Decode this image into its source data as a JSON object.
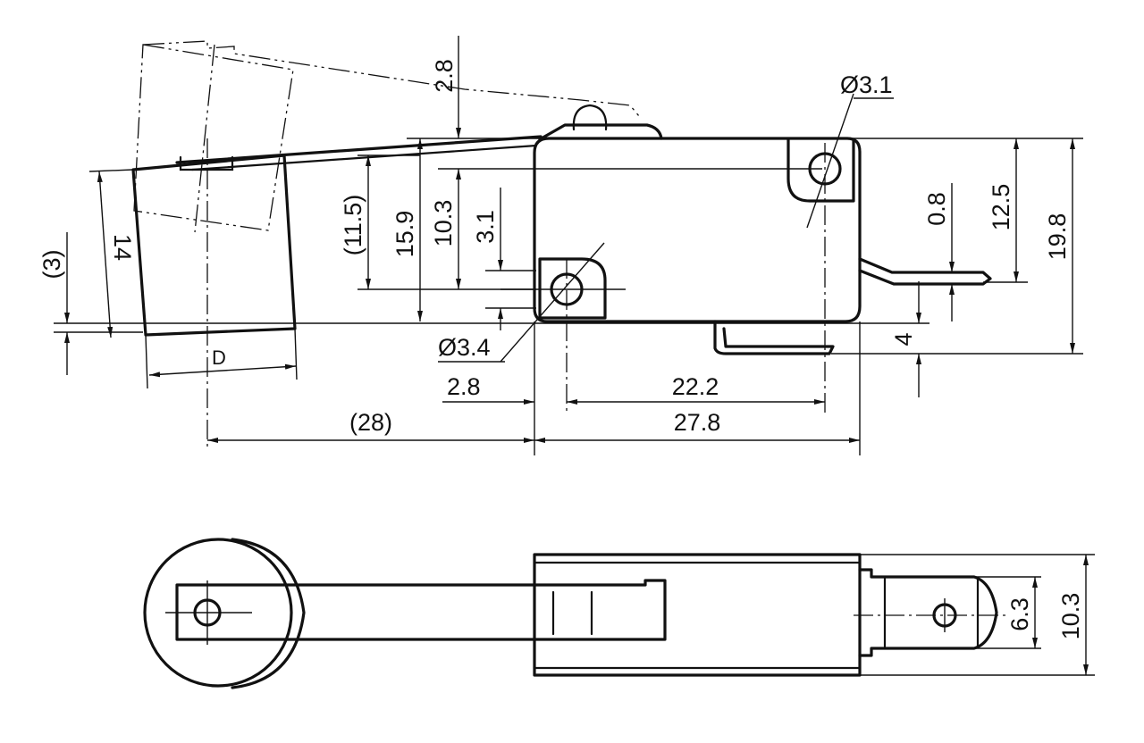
{
  "dimensions": {
    "lever_tip_offset": "2.8",
    "mount_hole_top_dia": "Ø3.1",
    "mount_hole_bottom_dia": "Ø3.4",
    "roller_height": "(11.5)",
    "lever_height": "15.9",
    "body_hole_spacing_v": "10.3",
    "hole_offset_v": "3.1",
    "terminal_thickness": "0.8",
    "hole_to_terminal": "12.5",
    "overall_height": "19.8",
    "roller_travel": "(3)",
    "roller_dia": "14",
    "terminal_drop": "4",
    "hole_edge_offset": "2.8",
    "hole_spacing_h": "22.2",
    "lever_length": "(28)",
    "body_length": "27.8",
    "terminal_width": "6.3",
    "body_width": "10.3"
  },
  "labels": {
    "roller_marker": "D"
  }
}
